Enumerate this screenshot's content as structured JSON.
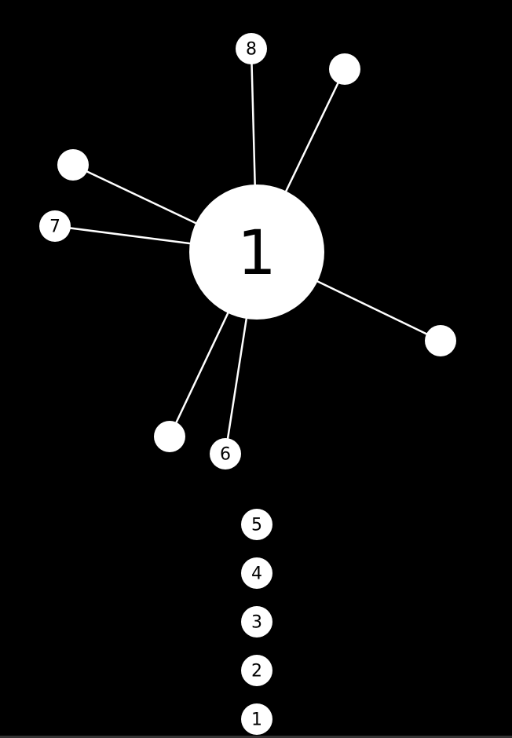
{
  "game": {
    "level": "1",
    "colors": {
      "background": "#000000",
      "foreground": "#ffffff",
      "text": "#000000"
    },
    "stuck_pins": [
      {
        "label": "8"
      },
      {
        "label": ""
      },
      {
        "label": ""
      },
      {
        "label": ""
      },
      {
        "label": "6"
      },
      {
        "label": "7"
      },
      {
        "label": ""
      }
    ],
    "queue": [
      "5",
      "4",
      "3",
      "2",
      "1"
    ]
  }
}
